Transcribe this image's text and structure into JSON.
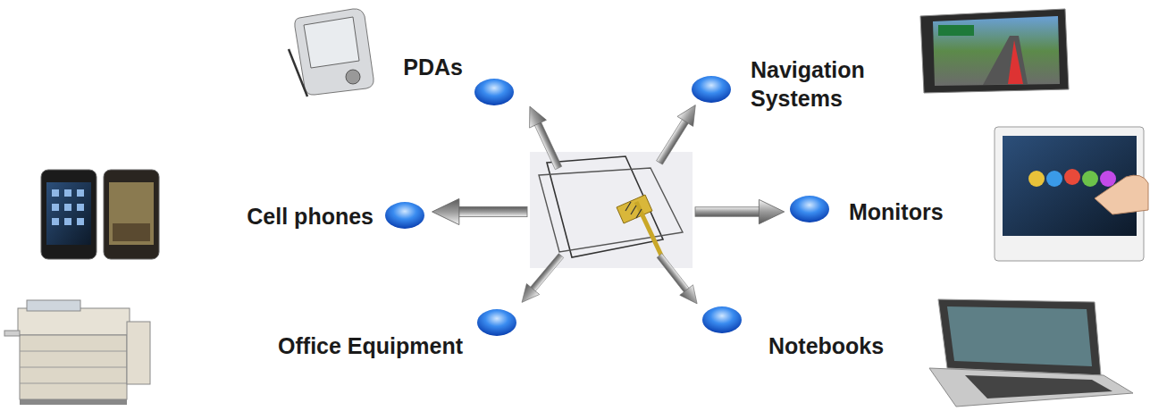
{
  "diagram": {
    "labels": [
      "PDAs",
      "Navigation Systems",
      "Cell phones",
      "Monitors",
      "Office Equipment",
      "Notebooks"
    ]
  }
}
